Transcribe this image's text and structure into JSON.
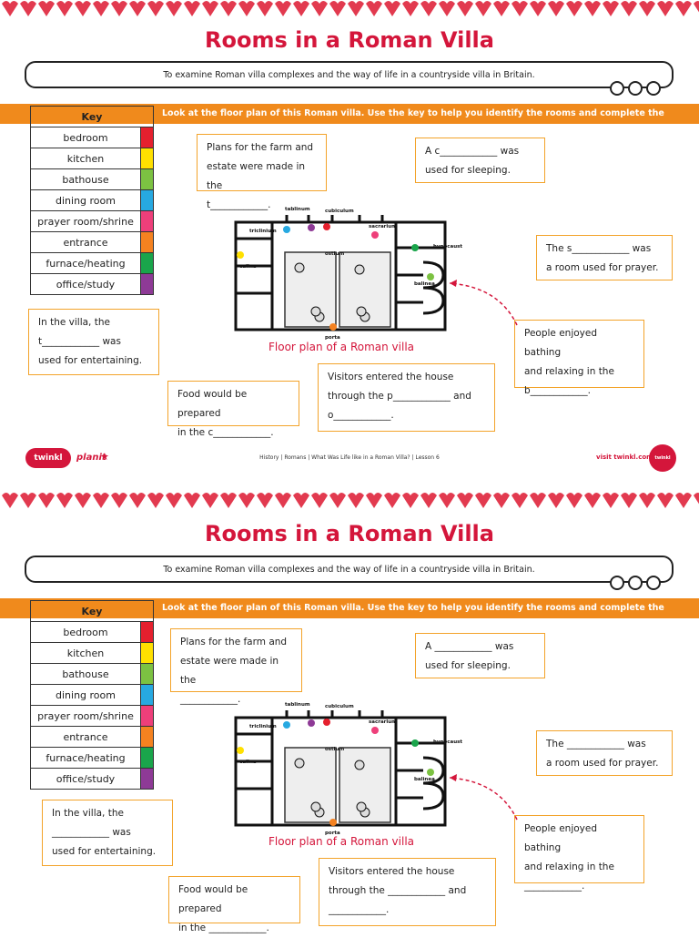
{
  "pages": [
    {
      "title": "Rooms in a Roman Villa",
      "objective": "To examine Roman villa complexes and the way of life in a countryside villa in Britain.",
      "instruction": "Look at the floor plan of this Roman villa. Use the key to help you identify the rooms and complete the sentences.",
      "key_header": "Key",
      "key_items": [
        {
          "label": "bedroom",
          "color": "#e5202e"
        },
        {
          "label": "kitchen",
          "color": "#ffe000"
        },
        {
          "label": "bathouse",
          "color": "#7cc242"
        },
        {
          "label": "dining room",
          "color": "#27a9e1"
        },
        {
          "label": "prayer room/shrine",
          "color": "#ee3f7a"
        },
        {
          "label": "entrance",
          "color": "#f58220"
        },
        {
          "label": "furnace/heating",
          "color": "#1aa54b"
        },
        {
          "label": "office/study",
          "color": "#8e3a96"
        }
      ],
      "boxes": {
        "farm": [
          "Plans for the farm and",
          "estate were made in the",
          "t____________."
        ],
        "sleep": [
          "A c____________ was",
          "used for sleeping."
        ],
        "prayer": [
          "The s____________ was",
          "a room used for prayer."
        ],
        "entertain": [
          "In the villa, the",
          "t____________ was",
          "used for entertaining."
        ],
        "bathing": [
          "People enjoyed bathing",
          "and relaxing in the",
          "b____________."
        ],
        "visitors": [
          "Visitors entered the house",
          "through the p____________ and",
          "o____________."
        ],
        "food": [
          "Food would be prepared",
          "in the c____________."
        ]
      },
      "floorplan_caption": "Floor plan of a Roman villa",
      "room_labels": {
        "tablinum": "tablinum",
        "cubiculum": "cubiculum",
        "triclinium": "triclinium",
        "sacrarium": "sacrarium",
        "hypocaust": "hypocaust",
        "culina": "culina",
        "ostium": "ostium",
        "balinea": "balinea",
        "porta": "porta"
      }
    },
    {
      "title": "Rooms in a Roman Villa",
      "objective": "To examine Roman villa complexes and the way of life in a countryside villa in Britain.",
      "instruction": "Look at the floor plan of this Roman villa. Use the key to help you identify the rooms and complete the sentences.",
      "key_header": "Key",
      "key_items": [
        {
          "label": "bedroom",
          "color": "#e5202e"
        },
        {
          "label": "kitchen",
          "color": "#ffe000"
        },
        {
          "label": "bathouse",
          "color": "#7cc242"
        },
        {
          "label": "dining room",
          "color": "#27a9e1"
        },
        {
          "label": "prayer room/shrine",
          "color": "#ee3f7a"
        },
        {
          "label": "entrance",
          "color": "#f58220"
        },
        {
          "label": "furnace/heating",
          "color": "#1aa54b"
        },
        {
          "label": "office/study",
          "color": "#8e3a96"
        }
      ],
      "boxes": {
        "farm": [
          "Plans for the farm and",
          "estate were made in the",
          "____________."
        ],
        "sleep": [
          "A ____________ was",
          "used for sleeping."
        ],
        "prayer": [
          "The ____________ was",
          "a room used for prayer."
        ],
        "entertain": [
          "In the villa, the",
          "____________ was",
          "used for entertaining."
        ],
        "bathing": [
          "People enjoyed bathing",
          "and relaxing in the",
          "____________."
        ],
        "visitors": [
          "Visitors entered the house",
          "through the ____________ and",
          "____________."
        ],
        "food": [
          "Food would be prepared",
          "in the ____________."
        ]
      },
      "floorplan_caption": "Floor plan of a Roman villa",
      "room_labels": {
        "tablinum": "tablinum",
        "cubiculum": "cubiculum",
        "triclinium": "triclinium",
        "sacrarium": "sacrarium",
        "hypocaust": "hypocaust",
        "culina": "culina",
        "ostium": "ostium",
        "balinea": "balinea",
        "porta": "porta"
      }
    }
  ],
  "footer": {
    "logo": "twinkl",
    "plan_label": "planit",
    "star": "★",
    "lesson_text": "History | Romans | What Was Life like in a Roman Villa? | Lesson 6",
    "visit": "visit twinkl.com",
    "badge": "twinkl"
  }
}
